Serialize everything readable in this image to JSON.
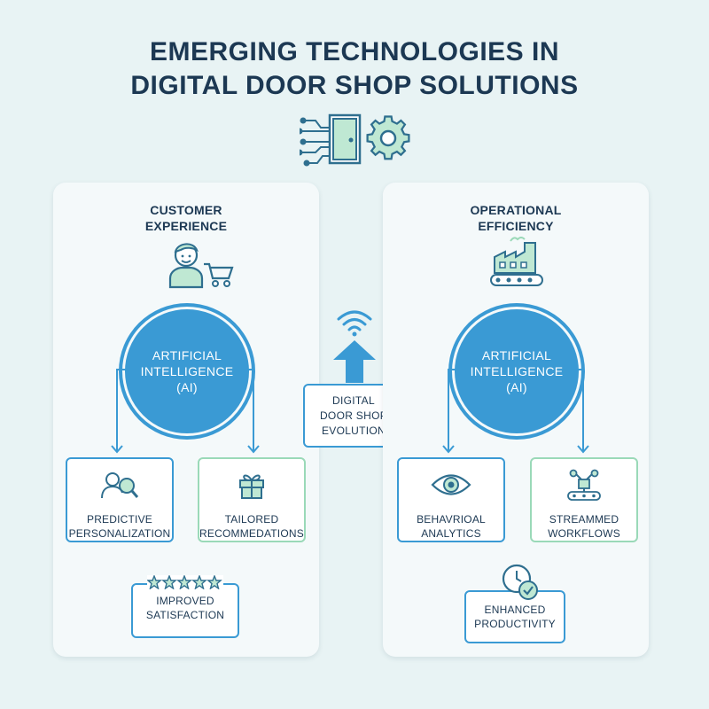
{
  "title": {
    "line1": "EMERGING TECHNOLOGIES IN",
    "line2": "DIGITAL DOOR SHOP SOLUTIONS"
  },
  "header_icons": [
    "circuit-lines-icon",
    "door-icon",
    "gear-icon"
  ],
  "center": {
    "icon": "wifi-icon",
    "arrow": "up-arrow-icon",
    "label_line1": "DIGITAL",
    "label_line2": "DOOR SHOP",
    "label_line3": "EVOLUTION"
  },
  "left_panel": {
    "title_line1": "CUSTOMER",
    "title_line2": "EXPERIENCE",
    "icon": "shopper-with-cart-icon",
    "circle_line1": "ARTIFICIAL",
    "circle_line2": "INTELLIGENCE",
    "circle_line3": "(AI)",
    "box1": {
      "icon": "user-search-icon",
      "line1": "PREDICTIVE",
      "line2": "PERSONALIZATION"
    },
    "box2": {
      "icon": "gift-icon",
      "line1": "TAILORED",
      "line2": "RECOMMEDATIONS"
    },
    "box3": {
      "icon": "five-stars-icon",
      "line1": "IMPROVED",
      "line2": "SATISFACTION"
    }
  },
  "right_panel": {
    "title_line1": "OPERATIONAL",
    "title_line2": "EFFICIENCY",
    "icon": "factory-conveyor-icon",
    "circle_line1": "ARTIFICIAL",
    "circle_line2": "INTELLIGENCE",
    "circle_line3": "(AI)",
    "box1": {
      "icon": "eye-icon",
      "line1": "BEHAVRIOAL",
      "line2": "ANALYTICS"
    },
    "box2": {
      "icon": "robot-arm-conveyor-icon",
      "line1": "STREAMMED",
      "line2": "WORKFLOWS"
    },
    "box3": {
      "icon": "clock-check-icon",
      "line1": "ENHANCED",
      "line2": "PRODUCTIVITY"
    }
  },
  "colors": {
    "background": "#e8f3f4",
    "panel": "#f4f9fa",
    "accent_blue": "#3a9ad4",
    "accent_green": "#9ad9b8",
    "text": "#1c3853"
  }
}
